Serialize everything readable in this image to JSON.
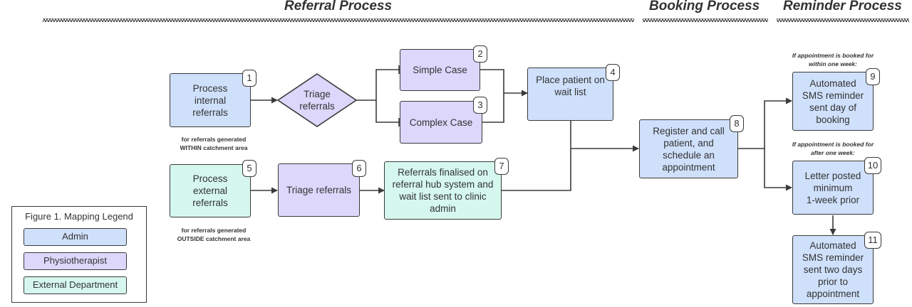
{
  "headers": {
    "referral": "Referral Process",
    "booking": "Booking Process",
    "reminder": "Reminder Process"
  },
  "nodes": {
    "n1": {
      "label": "Process\ninternal\nreferrals",
      "badge": "1"
    },
    "triage_diamond": {
      "label": "Triage\nreferrals"
    },
    "n2": {
      "label": "Simple Case",
      "badge": "2"
    },
    "n3": {
      "label": "Complex Case",
      "badge": "3"
    },
    "n4": {
      "label": "Place patient on\nwait list",
      "badge": "4"
    },
    "n5": {
      "label": "Process\nexternal\nreferrals",
      "badge": "5"
    },
    "n6": {
      "label": "Triage referrals",
      "badge": "6"
    },
    "n7": {
      "label": "Referrals finalised on\nreferral hub system and\nwait list sent to clinic\nadmin",
      "badge": "7"
    },
    "n8": {
      "label": "Register and call\npatient, and\nschedule an\nappointment",
      "badge": "8"
    },
    "n9": {
      "label": "Automated\nSMS reminder\nsent day of\nbooking",
      "badge": "9"
    },
    "n10": {
      "label": "Letter posted\nminimum\n1-week prior",
      "badge": "10"
    },
    "n11": {
      "label": "Automated\nSMS reminder\nsent two days\nprior to\nappointment",
      "badge": "11"
    }
  },
  "notes": {
    "within": "for referrals generated\nWITHIN catchment area",
    "outside": "for referrals generated\nOUTSIDE catchment area",
    "within_week": "If appointment is booked for\nwithin one week:",
    "after_week": "If appointment is booked for\nafter one week:"
  },
  "legend": {
    "title": "Figure 1. Mapping Legend",
    "items": [
      {
        "label": "Admin",
        "color": "#cfe0fb"
      },
      {
        "label": "Physiotherapist",
        "color": "#dcd7fb"
      },
      {
        "label": "External Department",
        "color": "#d5f7ee"
      }
    ]
  },
  "colors": {
    "admin": "#cfe0fb",
    "physiotherapist": "#dcd7fb",
    "external": "#d5f7ee",
    "line": "#3a3a3a"
  }
}
